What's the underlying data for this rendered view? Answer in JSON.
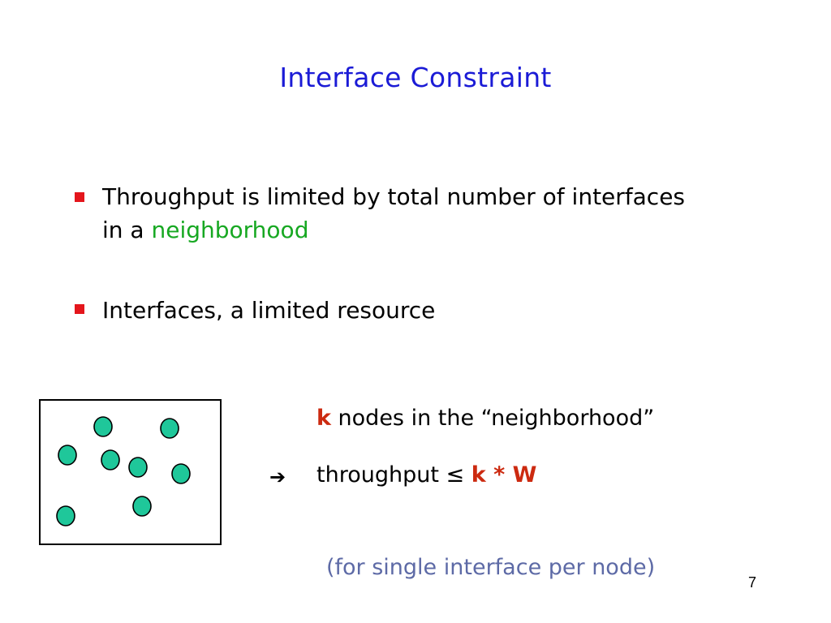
{
  "slide": {
    "title": "Interface Constraint",
    "bullets": [
      {
        "line1": "Throughput is limited by total number of interfaces",
        "line2_prefix": "in a ",
        "line2_highlight": "neighborhood"
      },
      {
        "text": "Interfaces, a limited resource"
      }
    ],
    "neighborhood_line": {
      "k": "k",
      "rest": " nodes in the “neighborhood”"
    },
    "throughput_line": {
      "arrow_icon": "arrow-right-icon",
      "arrow_glyph": "➔",
      "text": "throughput ≤ ",
      "formula": "k * W"
    },
    "note": "(for single interface per node)",
    "page_number": "7"
  },
  "colors": {
    "title": "#1b1bd6",
    "bullet": "#e4161c",
    "highlight_green": "#17a822",
    "formula_red": "#cc2a10",
    "node_fill": "#1fc79a",
    "note": "#5d6aa6"
  }
}
